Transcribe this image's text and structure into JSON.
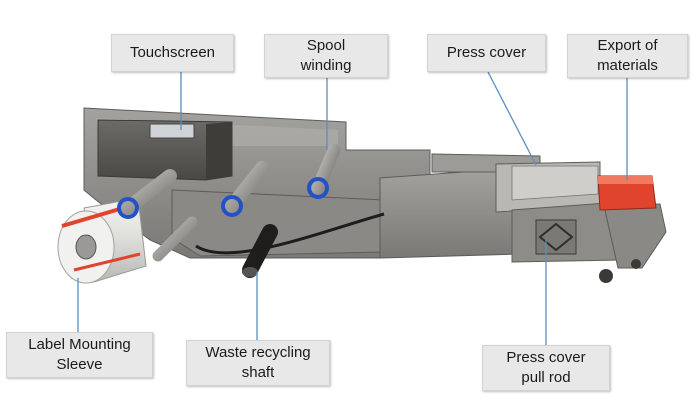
{
  "callouts": {
    "touchscreen": "Touchscreen",
    "spool_winding": "Spool\nwinding",
    "press_cover": "Press cover",
    "export_of_materials": "Export of\nmaterials",
    "label_mounting_sleeve": "Label Mounting\nSleeve",
    "waste_recycling_shaft": "Waste recycling\nshaft",
    "press_cover_pull_rod": "Press cover\npull rod"
  },
  "colors": {
    "body_metal": "#8d8c88",
    "frame_dark": "#5e5c58",
    "roller_ring": "#2352c4",
    "label_red": "#e0442c",
    "callout_bg": "#e8e8e8",
    "leader_line": "#5a8fbf"
  }
}
